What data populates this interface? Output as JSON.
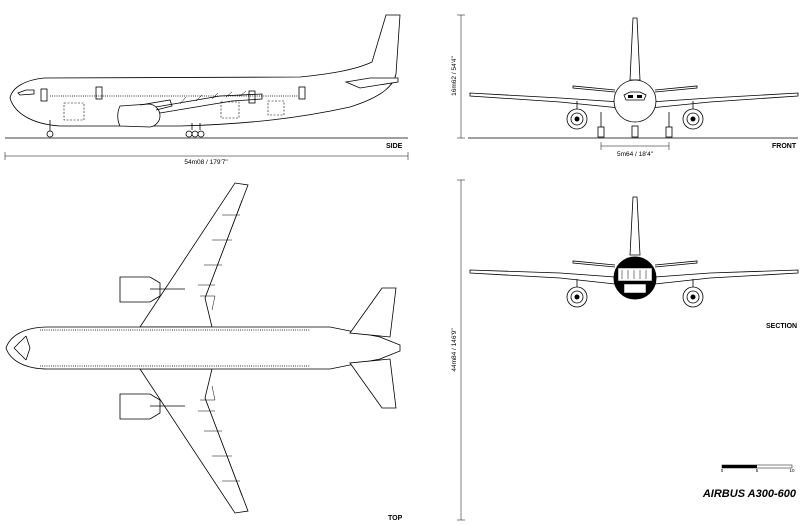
{
  "views": {
    "side": "SIDE",
    "front": "FRONT",
    "top": "TOP",
    "section": "SECTION"
  },
  "dimensions": {
    "length": "54m08 / 179'7\"",
    "height": "16m62 / 54'4\"",
    "track": "5m64 / 18'4\"",
    "span": "44m84 / 146'9\""
  },
  "scale": {
    "ticks": [
      "0",
      "5",
      "10"
    ]
  },
  "title": "AIRBUS A300-600"
}
